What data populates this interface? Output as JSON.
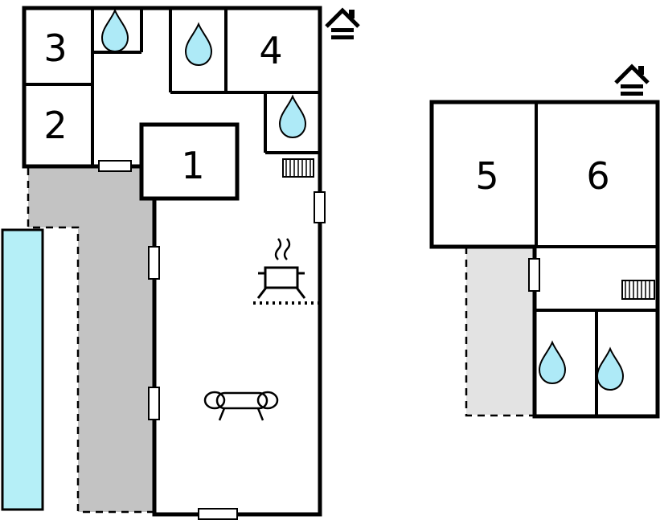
{
  "rooms": {
    "r1": {
      "label": "1"
    },
    "r2": {
      "label": "2"
    },
    "r3": {
      "label": "3"
    },
    "r4": {
      "label": "4"
    },
    "r5": {
      "label": "5"
    },
    "r6": {
      "label": "6"
    }
  },
  "colors": {
    "wall": "#000000",
    "water_drop": "#aeeaf7",
    "pool": "#b5eff7",
    "terrace_ground": "#c3c3c3",
    "terrace_upper": "#e3e3e3",
    "background": "#ffffff"
  }
}
